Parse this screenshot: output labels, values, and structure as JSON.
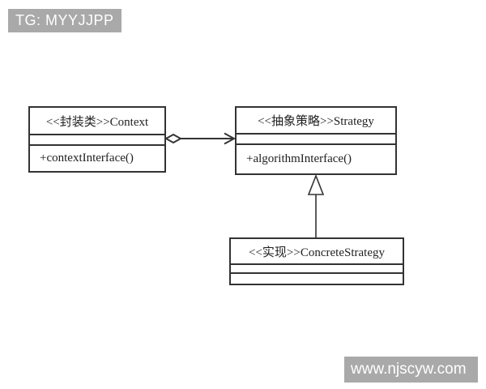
{
  "watermarks": {
    "top_left": "TG: MYYJJPP",
    "bottom_right": "www.njscyw.com",
    "badge_background": "#a9a9a9",
    "text_color": "#ffffff"
  },
  "diagram": {
    "type": "uml-class-diagram",
    "pattern": "Strategy",
    "line_color": "#333333",
    "classes": [
      {
        "id": "context",
        "stereotype": "<<封装类>>",
        "name": "Context",
        "title": "<<封装类>>Context",
        "attributes": [],
        "methods": [
          "+contextInterface()"
        ]
      },
      {
        "id": "strategy",
        "stereotype": "<<抽象策略>>",
        "name": "Strategy",
        "title": "<<抽象策略>>Strategy",
        "attributes": [],
        "methods": [
          "+algorithmInterface()"
        ]
      },
      {
        "id": "concrete-strategy",
        "stereotype": "<<实现>>",
        "name": "ConcreteStrategy",
        "title": "<<实现>>ConcreteStrategy",
        "attributes": [],
        "methods": []
      }
    ],
    "relations": [
      {
        "from": "Context",
        "to": "Strategy",
        "type": "aggregation",
        "notation": "hollow diamond at Context, open arrowhead at Strategy"
      },
      {
        "from": "ConcreteStrategy",
        "to": "Strategy",
        "type": "generalization",
        "notation": "hollow triangle at Strategy"
      }
    ]
  }
}
